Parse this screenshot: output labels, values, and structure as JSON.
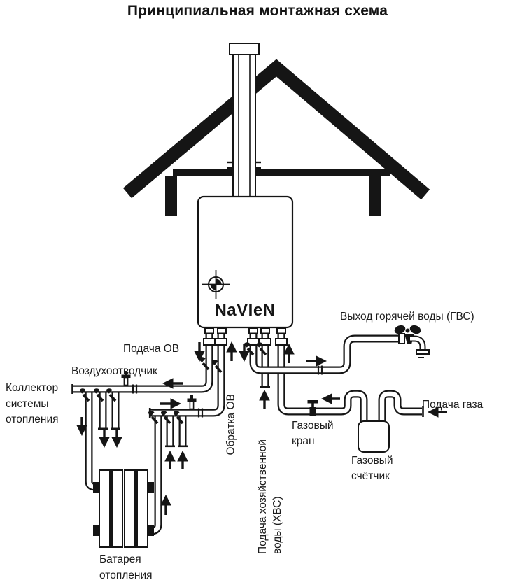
{
  "title": "Принципиальная монтажная схема",
  "boiler": {
    "brand": "NaVIeN"
  },
  "labels": {
    "hot_water_out": "Выход горячей воды (ГВС)",
    "heating_supply": "Подача ОВ",
    "air_vent": "Воздухоотводчик",
    "heating_collector": "Коллектор\nсистемы\nотопления",
    "heating_return": "Обратка ОВ",
    "cold_water_supply": "Подача хозяйственной\nводы (ХВС)",
    "gas_valve": "Газовый\nкран",
    "gas_supply": "Подача газа",
    "gas_meter": "Газовый\nсчётчик",
    "radiator": "Батарея\nотопления"
  },
  "colors": {
    "ink": "#151515",
    "background": "#ffffff"
  }
}
